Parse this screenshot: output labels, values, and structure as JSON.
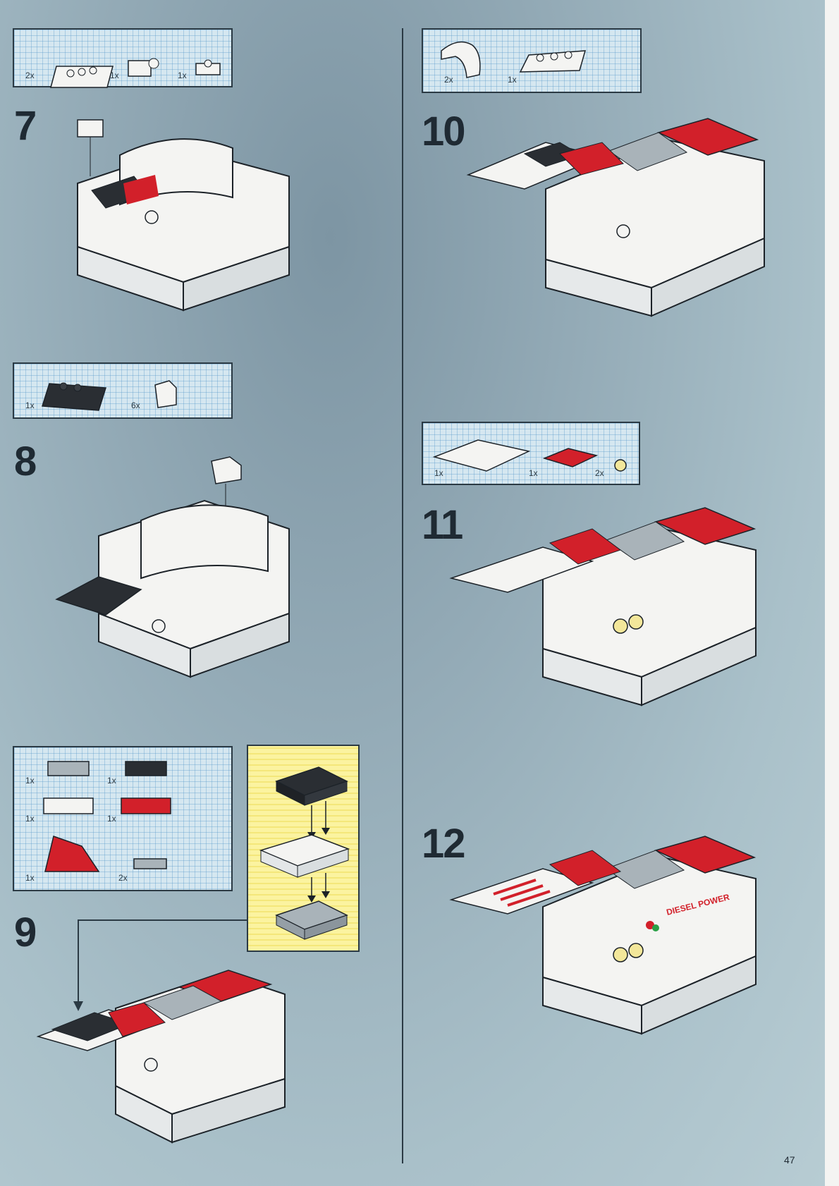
{
  "page_number": "47",
  "steps": [
    {
      "number": "7",
      "parts": [
        {
          "qty": "2x"
        },
        {
          "qty": "1x"
        },
        {
          "qty": "1x"
        }
      ]
    },
    {
      "number": "8",
      "parts": [
        {
          "qty": "1x"
        },
        {
          "qty": "6x"
        }
      ]
    },
    {
      "number": "9",
      "parts": [
        {
          "qty": "1x"
        },
        {
          "qty": "1x"
        },
        {
          "qty": "1x"
        },
        {
          "qty": "1x"
        },
        {
          "qty": "1x"
        },
        {
          "qty": "2x"
        }
      ]
    },
    {
      "number": "10",
      "parts": [
        {
          "qty": "2x"
        },
        {
          "qty": "1x"
        }
      ]
    },
    {
      "number": "11",
      "parts": [
        {
          "qty": "1x"
        },
        {
          "qty": "1x"
        },
        {
          "qty": "2x"
        }
      ]
    },
    {
      "number": "12",
      "sticker_text": "DIESEL POWER"
    }
  ],
  "colors": {
    "brick_white": "#f4f4f2",
    "brick_red": "#d2202a",
    "brick_black": "#2a2e33",
    "brick_gray": "#a9b3b9",
    "brick_yellow": "#f3e79a",
    "outline": "#1c2228"
  }
}
